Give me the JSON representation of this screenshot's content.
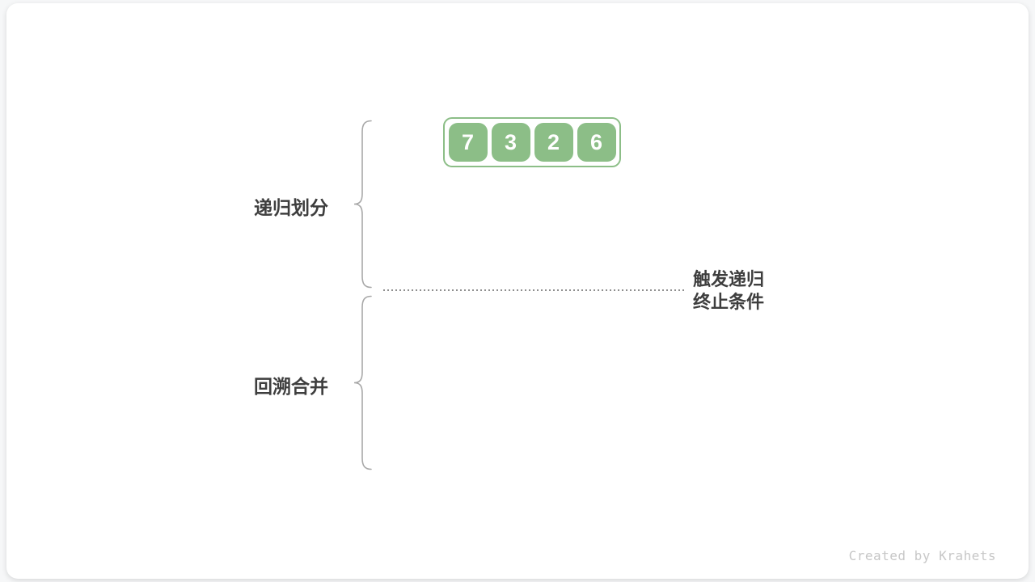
{
  "diagram": {
    "array": {
      "values": [
        "7",
        "3",
        "2",
        "6"
      ]
    },
    "phase_labels": {
      "divide": "递归划分",
      "merge": "回溯合并"
    },
    "annotation": {
      "line1": "触发递归",
      "line2": "终止条件"
    },
    "colors": {
      "array_green": "#8CBE87",
      "label_text": "#3E3E3E",
      "brace_gray": "#A8A8A8",
      "dotted_line_gray": "#8F8F8F",
      "credit_gray": "#C7C7C7"
    }
  },
  "footer": {
    "credit": "Created by Krahets"
  }
}
